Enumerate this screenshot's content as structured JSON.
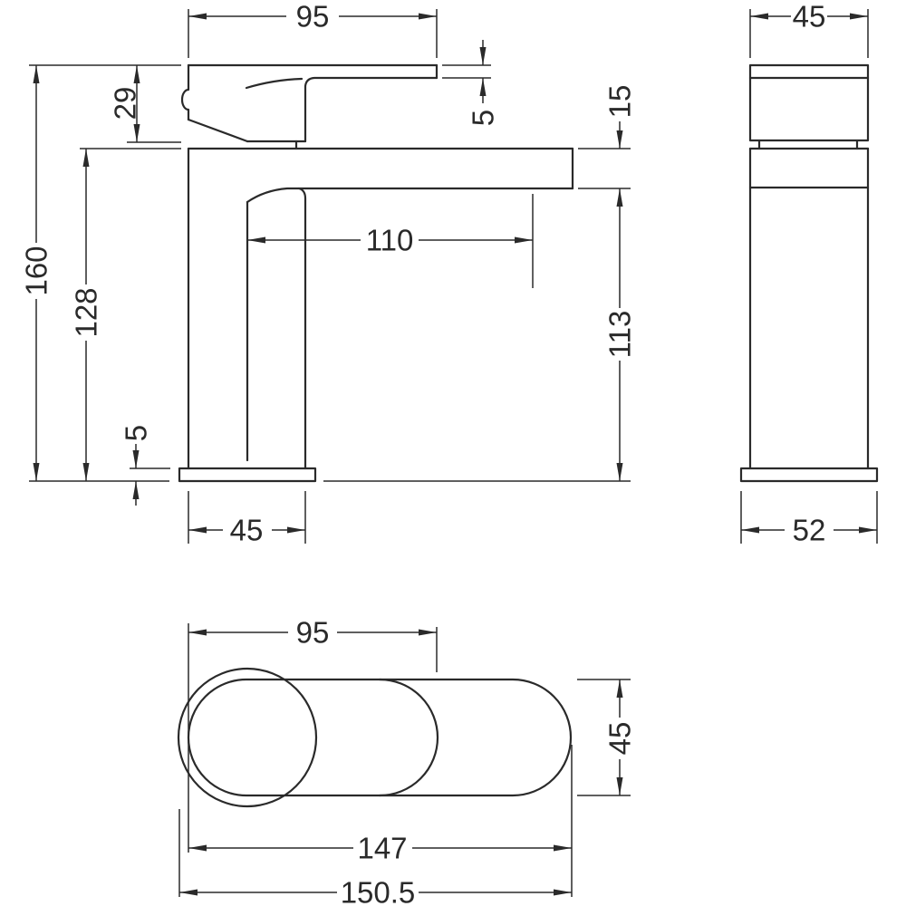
{
  "drawing": {
    "type": "technical-dimension-drawing",
    "subject": "monobloc basin mixer tap",
    "views": [
      "front-elevation",
      "side-elevation",
      "plan"
    ]
  },
  "colors": {
    "line": "#2a2a2a",
    "background": "#ffffff"
  },
  "dims": {
    "front_top_width": "95",
    "front_handle_height": "29",
    "front_lever_thickness": "5",
    "front_overall_height": "160",
    "front_body_height": "128",
    "front_spout_reach": "110",
    "front_spout_depth": "15",
    "front_spout_clearance": "113",
    "front_base_thickness": "5",
    "front_body_width": "45",
    "side_handle_width": "45",
    "side_base_depth": "52",
    "plan_handle_body_length": "95",
    "plan_body_width": "45",
    "plan_body_length": "147",
    "plan_overall_length": "150.5"
  }
}
